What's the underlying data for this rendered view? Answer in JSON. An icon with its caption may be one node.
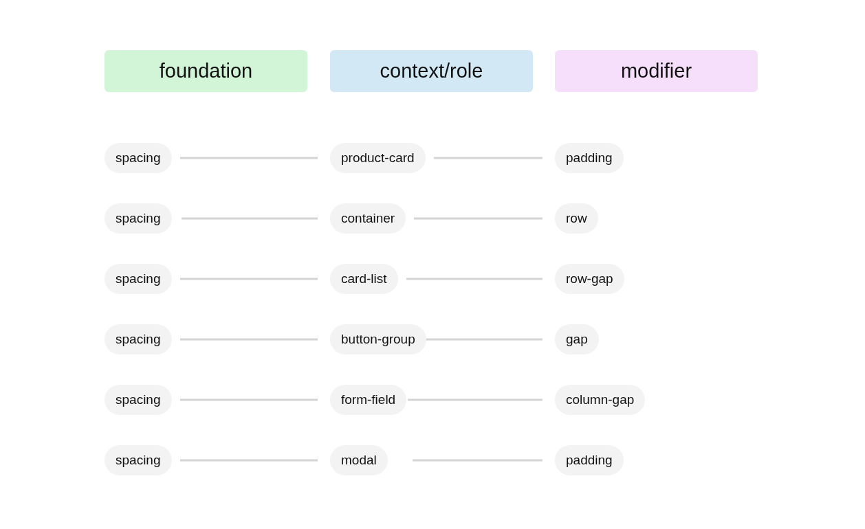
{
  "diagram": {
    "nodes": [
      {
        "text": [
          "foundation"
        ]
      },
      {
        "text": [
          "context/role"
        ]
      },
      {
        "text": [
          "modifier"
        ]
      },
      {
        "text": [
          "spacing"
        ]
      },
      {
        "text": [
          "product-card"
        ]
      },
      {
        "text": [
          "padding"
        ]
      },
      {
        "text": [
          "spacing"
        ]
      },
      {
        "text": [
          "container"
        ]
      },
      {
        "text": [
          "row"
        ]
      },
      {
        "text": [
          "spacing"
        ]
      },
      {
        "text": [
          "card-list"
        ]
      },
      {
        "text": [
          "row-gap"
        ]
      },
      {
        "text": [
          "spacing"
        ]
      },
      {
        "text": [
          "button-group"
        ]
      },
      {
        "text": [
          "gap"
        ]
      },
      {
        "text": [
          "spacing"
        ]
      },
      {
        "text": [
          "form-field"
        ]
      },
      {
        "text": [
          "column-gap"
        ]
      },
      {
        "text": [
          "spacing"
        ]
      },
      {
        "text": [
          "modal"
        ]
      },
      {
        "text": [
          "padding"
        ]
      }
    ],
    "edges": [
      {
        "from": 3,
        "to": 4,
        "arrow": "none"
      },
      {
        "from": 4,
        "to": 5,
        "arrow": "none"
      },
      {
        "from": 6,
        "to": 7,
        "arrow": "none"
      },
      {
        "from": 7,
        "to": 8,
        "arrow": "none"
      },
      {
        "from": 9,
        "to": 10,
        "arrow": "none"
      },
      {
        "from": 10,
        "to": 11,
        "arrow": "none"
      },
      {
        "from": 12,
        "to": 13,
        "arrow": "none"
      },
      {
        "from": 13,
        "to": 14,
        "arrow": "none"
      },
      {
        "from": 15,
        "to": 16,
        "arrow": "none"
      },
      {
        "from": 16,
        "to": 17,
        "arrow": "none"
      },
      {
        "from": 18,
        "to": 19,
        "arrow": "none"
      },
      {
        "from": 19,
        "to": 20,
        "arrow": "none"
      }
    ]
  }
}
